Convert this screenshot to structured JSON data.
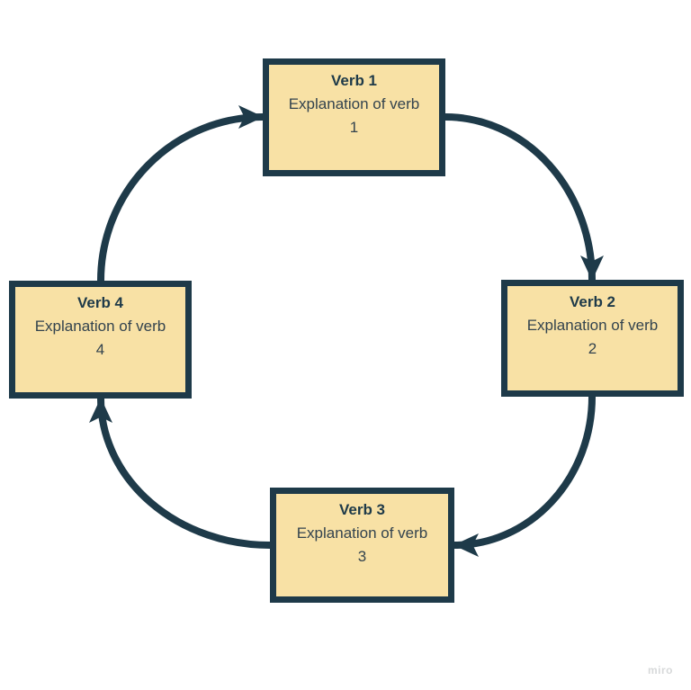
{
  "diagram": {
    "type": "cycle",
    "nodes": [
      {
        "id": "verb-1",
        "title": "Verb 1",
        "description": "Explanation of verb 1"
      },
      {
        "id": "verb-2",
        "title": "Verb 2",
        "description": "Explanation of verb 2"
      },
      {
        "id": "verb-3",
        "title": "Verb 3",
        "description": "Explanation of verb 3"
      },
      {
        "id": "verb-4",
        "title": "Verb 4",
        "description": "Explanation of verb 4"
      }
    ],
    "connections": [
      {
        "from": "Verb 1",
        "to": "Verb 2"
      },
      {
        "from": "Verb 2",
        "to": "Verb 3"
      },
      {
        "from": "Verb 3",
        "to": "Verb 4"
      },
      {
        "from": "Verb 4",
        "to": "Verb 1"
      }
    ]
  },
  "watermark": {
    "label": "miro"
  },
  "colors": {
    "background": "#ffffff",
    "node_fill": "#f8e1a5",
    "node_border": "#1e3a49",
    "connector": "#1e3a49",
    "title_text": "#1e3a49",
    "description_text": "#33434e",
    "watermark_text": "#d7d9da"
  }
}
